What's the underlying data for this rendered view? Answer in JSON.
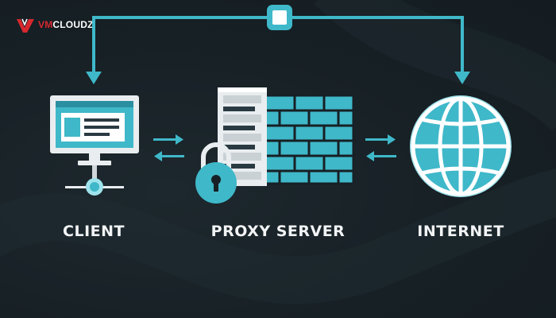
{
  "brand": {
    "prefix": "VM",
    "name": "CLOUDZ",
    "logo_icon": "vm-logo-icon",
    "accent": "#d7282f"
  },
  "nodes": [
    {
      "id": "client",
      "label": "CLIENT",
      "icon": "monitor-icon"
    },
    {
      "id": "proxy",
      "label": "PROXY SERVER",
      "icon": "server-firewall-icon"
    },
    {
      "id": "internet",
      "label": "INTERNET",
      "icon": "globe-icon"
    }
  ],
  "colors": {
    "background": "#172025",
    "accent": "#3fb8c9",
    "accent_light": "#9fe3ec",
    "panel": "#e9edef",
    "text": "#f2f4f5"
  }
}
